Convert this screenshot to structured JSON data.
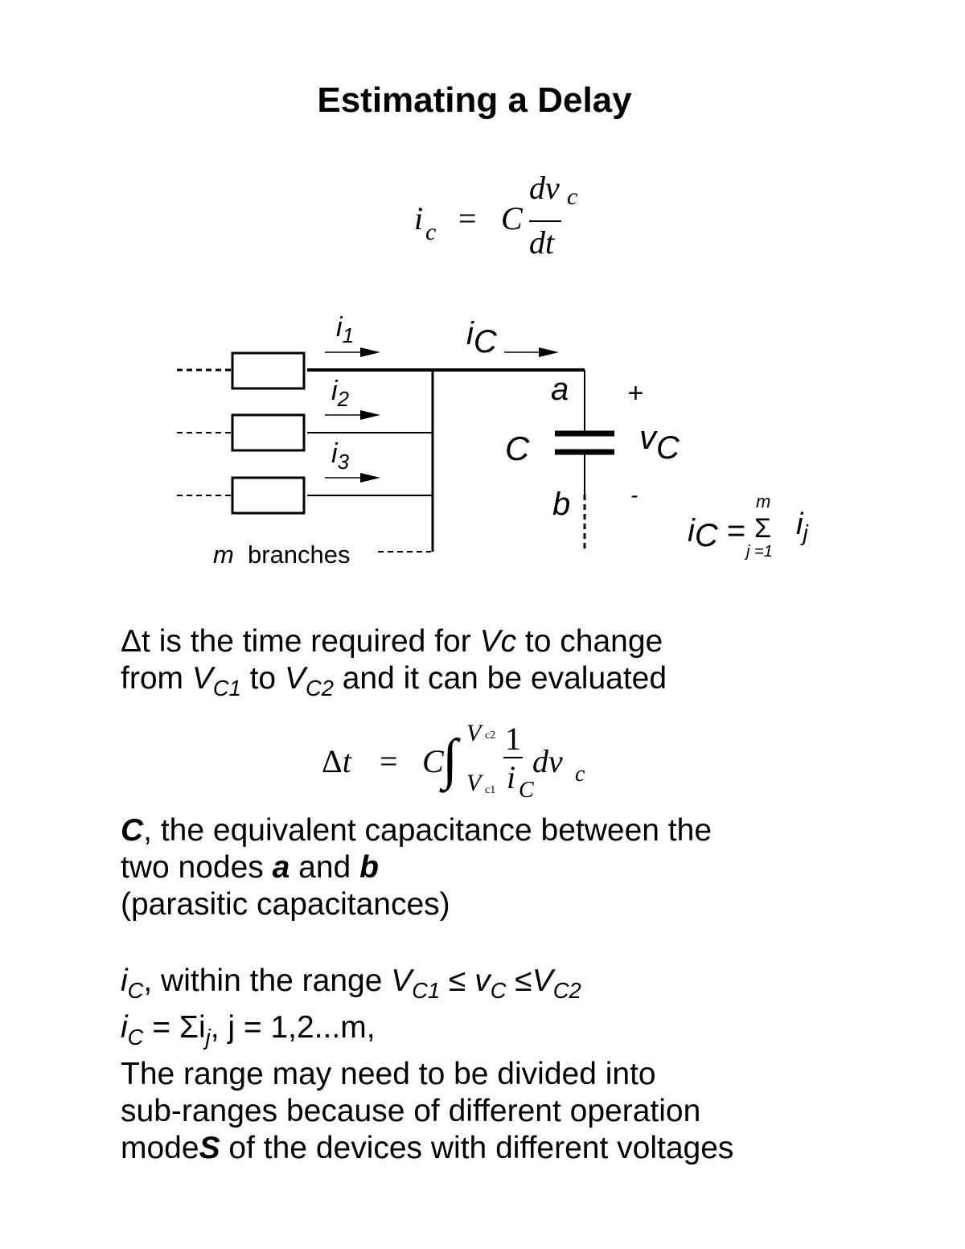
{
  "title": "Estimating a Delay",
  "equation1": {
    "lhs": "i",
    "lhs_sub": "c",
    "eq": "=",
    "coef": "C",
    "num": "dv",
    "num_sub": "c",
    "den": "dt"
  },
  "diagram": {
    "currents": [
      "i1",
      "i2",
      "i3"
    ],
    "ic_label": "iC",
    "node_a": "a",
    "node_b": "b",
    "cap_label": "C",
    "plus": "+",
    "minus": "-",
    "vc_label": "vC",
    "branches_m": "m",
    "branches_label": "branches",
    "sum_eq": {
      "lhs": "iC =",
      "top": "m",
      "bottom": "j =1",
      "term": "ij"
    }
  },
  "para1": {
    "line1_a": "Δt is the time required for ",
    "line1_vc": "Vc",
    "line1_b": " to change",
    "line2_a": "from ",
    "line2_v1": "V",
    "line2_v1_sub": "C1",
    "line2_mid": " to ",
    "line2_v2": "V",
    "line2_v2_sub": "C2",
    "line2_b": " and it can be evaluated"
  },
  "equation2": {
    "lhs": "Δt",
    "eq": "=",
    "coef": "C",
    "upper": "V",
    "upper_sub": "c2",
    "lower": "V",
    "lower_sub": "c1",
    "num": "1",
    "den": "i",
    "den_sub": "C",
    "diff": "dv",
    "diff_sub": "c"
  },
  "para2": {
    "c": "C",
    "line1": ", the equivalent capacitance between the",
    "line2_a": "two nodes ",
    "a": "a",
    "and": " and ",
    "b": "b",
    "line3": "(parasitic capacitances)"
  },
  "para3": {
    "line1_i": "i",
    "line1_sub": "C",
    "line1_text": ", within the range ",
    "range": "V",
    "range_sub1": "C1",
    "le1": " ≤ v",
    "range_sub2": "C",
    "le2": " ≤V",
    "range_sub3": "C2",
    "line2_i": "i",
    "line2_sub": "C",
    "line2_eq": " = Σi",
    "line2_jsub": "j",
    "line2_rest": ", j = 1,2...m,",
    "line3": "The range may need to be divided into",
    "line4": "sub-ranges because of different operation",
    "line5_a": "mode",
    "line5_s": "S",
    "line5_b": " of the devices with different voltages"
  }
}
